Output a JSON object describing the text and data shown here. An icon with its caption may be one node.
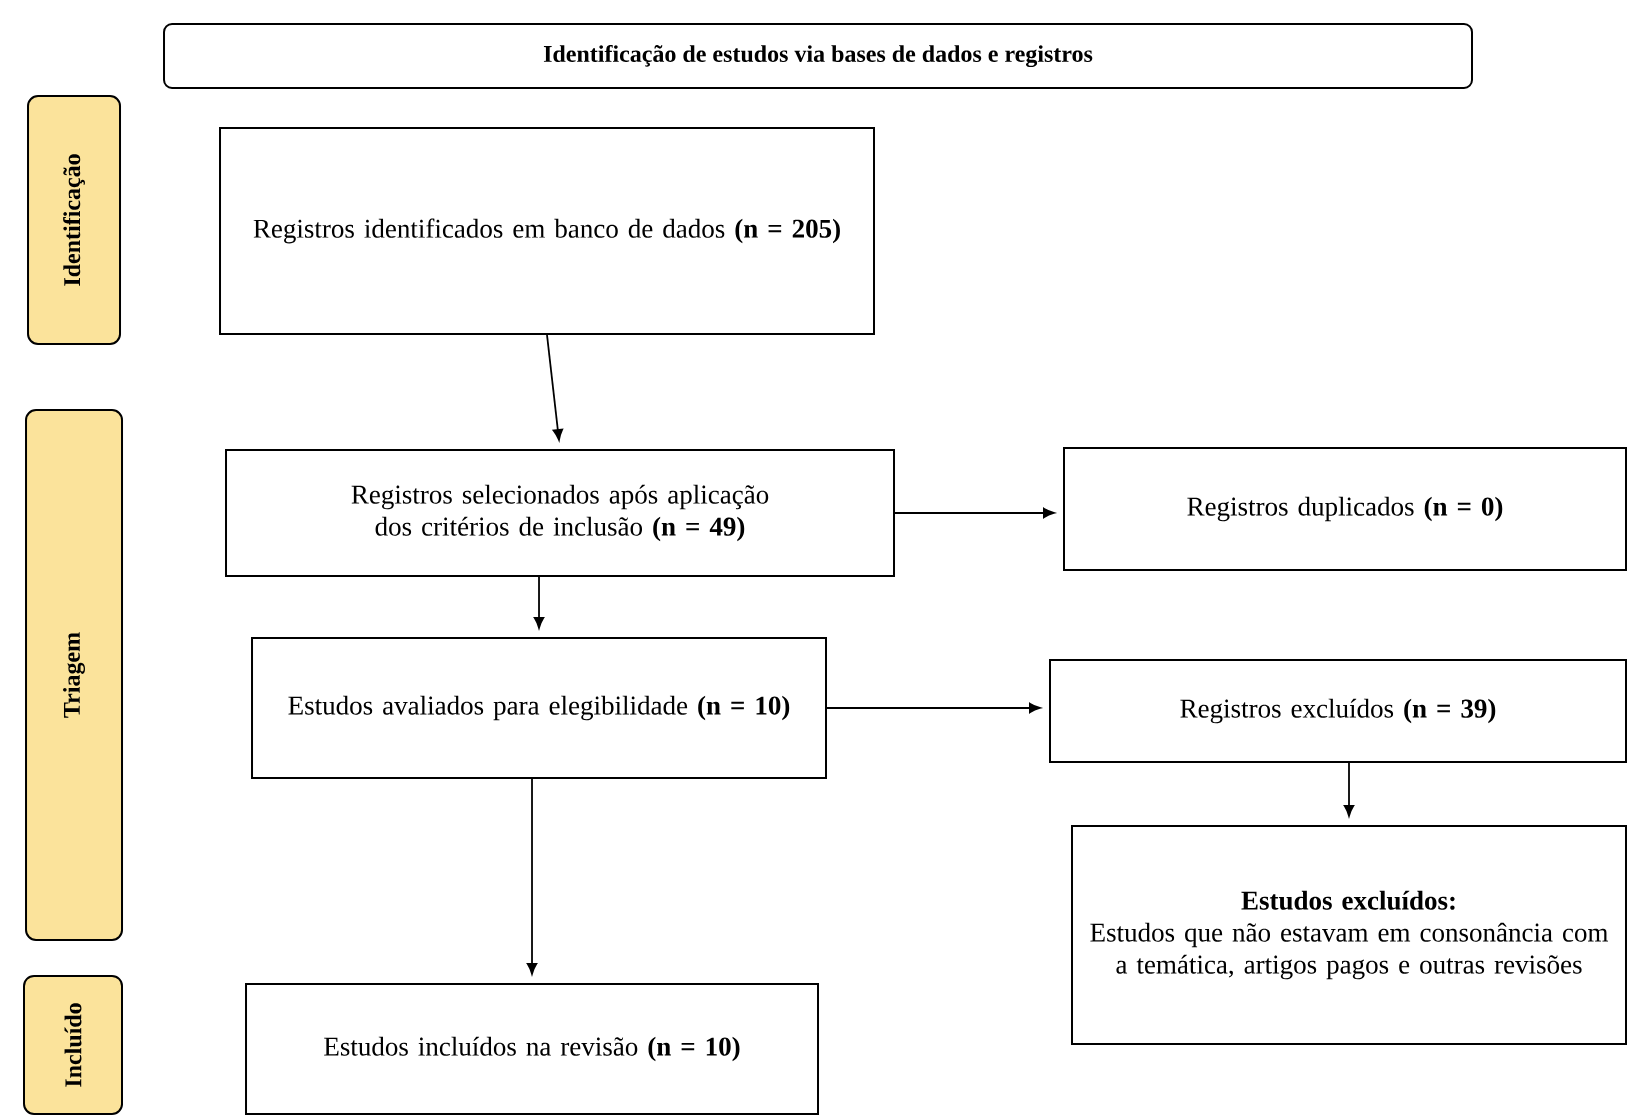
{
  "diagram": {
    "nodes": [
      {
        "text": [
          "Identificação de estudos via bases de dados e registros"
        ]
      },
      {
        "text": [
          "Identificação"
        ]
      },
      {
        "text": [
          "Registros identificados em banco de dados **(n = 205)**"
        ]
      },
      {
        "text": [
          "Triagem"
        ]
      },
      {
        "text": [
          "Registros selecionados após aplicação dos critérios de inclusão **(n = 49)**"
        ]
      },
      {
        "text": [
          "Registros duplicados **(n = 0)**"
        ]
      },
      {
        "text": [
          "Estudos avaliados para elegibilidade **(n = 10)**"
        ]
      },
      {
        "text": [
          "Registros excluídos **(n = 39)**"
        ]
      },
      {
        "text": [
          "Estudos excluídos:",
          "Estudos que não estavam em consonância com a temática, artigos pagos e outras revisões"
        ]
      },
      {
        "text": [
          "Incluído"
        ]
      },
      {
        "text": [
          "Estudos incluídos na revisão **(n = 10)**"
        ]
      }
    ],
    "edges": [
      {
        "from": 2,
        "to": 4,
        "arrow": "to"
      },
      {
        "from": 4,
        "to": 5,
        "arrow": "to"
      },
      {
        "from": 4,
        "to": 6,
        "arrow": "to"
      },
      {
        "from": 6,
        "to": 7,
        "arrow": "to"
      },
      {
        "from": 7,
        "to": 8,
        "arrow": "to"
      },
      {
        "from": 6,
        "to": 10,
        "arrow": "to"
      }
    ]
  }
}
